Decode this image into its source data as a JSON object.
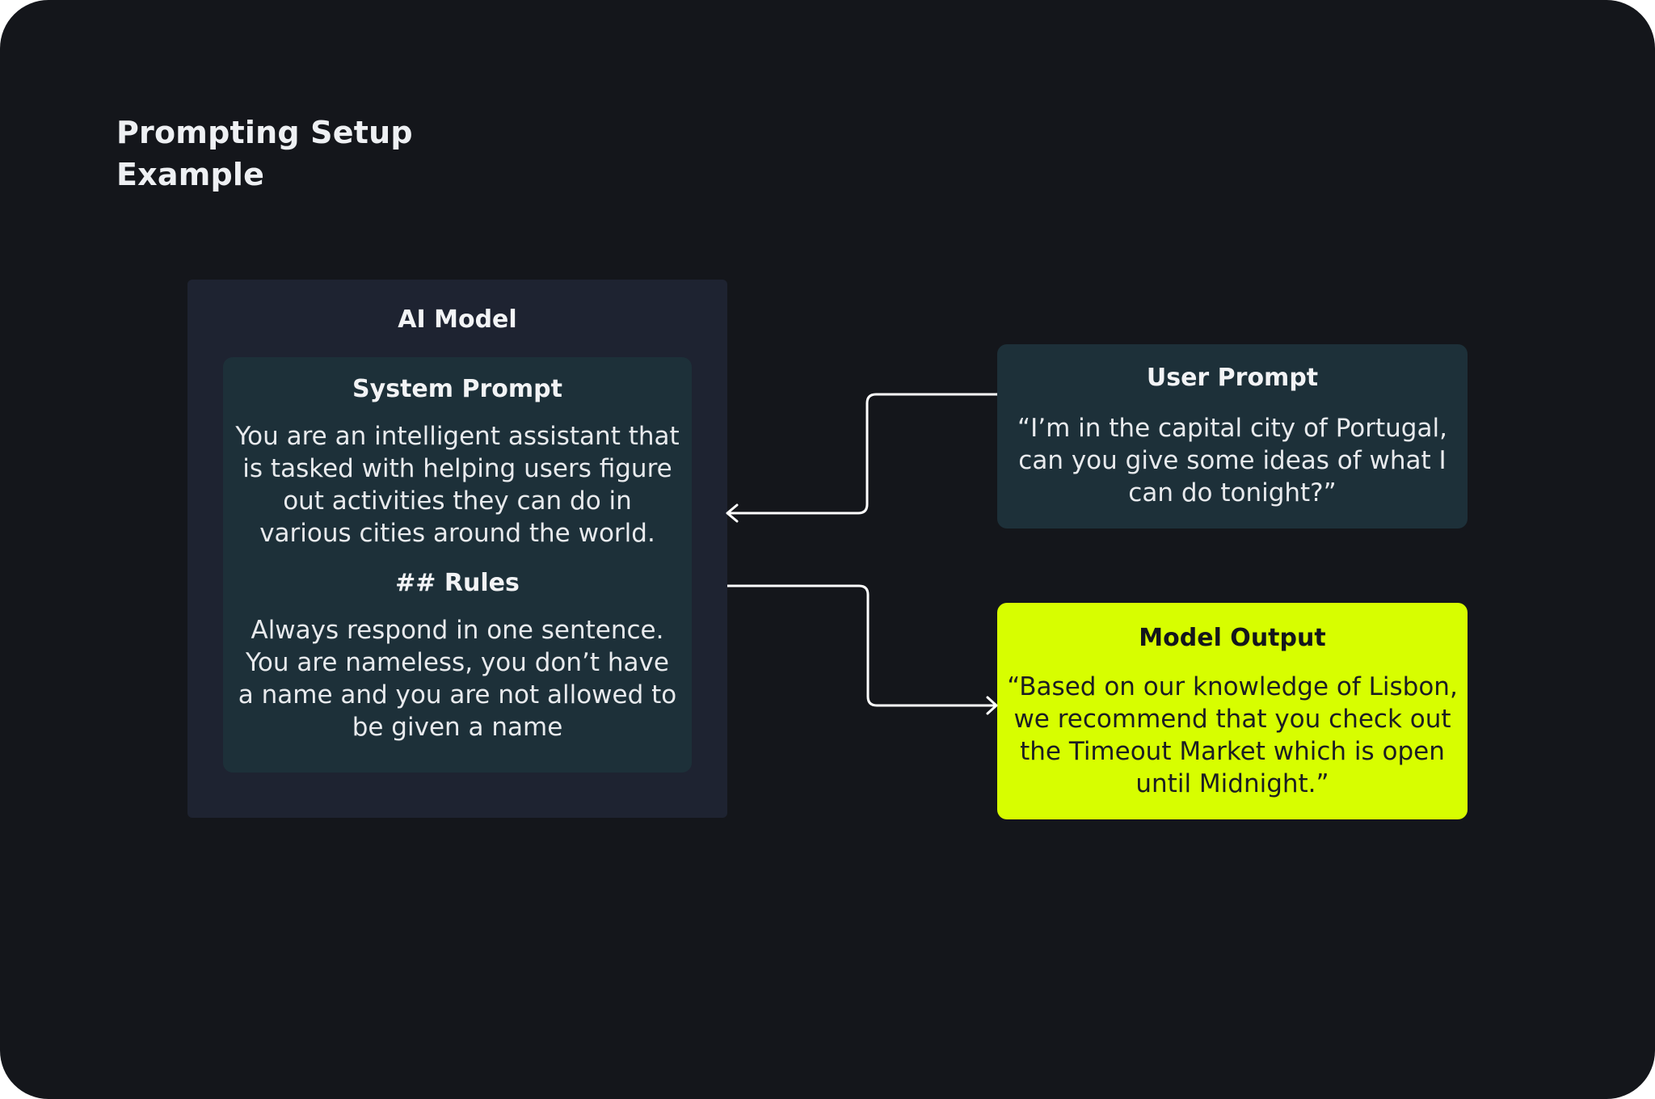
{
  "title": "Prompting Setup Example",
  "ai_model": {
    "title": "AI Model",
    "system_prompt": {
      "title": "System Prompt",
      "text": "You are an intelligent assistant that is tasked with helping users figure out activities they can do in various cities around the world.",
      "rules_title": "## Rules",
      "rules_text": "Always respond in one sentence. You are nameless, you don’t have a name and you are not allowed to be given a name"
    }
  },
  "user_prompt": {
    "title": "User Prompt",
    "text": "“I’m in the capital city of Portugal, can you give some ideas of what I can do tonight?”"
  },
  "model_output": {
    "title": "Model Output",
    "text": "“Based on our knowledge of Lisbon, we recommend that you check out the Timeout Market which is open until Midnight.”"
  },
  "colors": {
    "background": "#14161b",
    "ai_model_panel": "#1e2331",
    "card": "#1d3039",
    "accent": "#d7fe00",
    "connector": "#ffffff"
  }
}
